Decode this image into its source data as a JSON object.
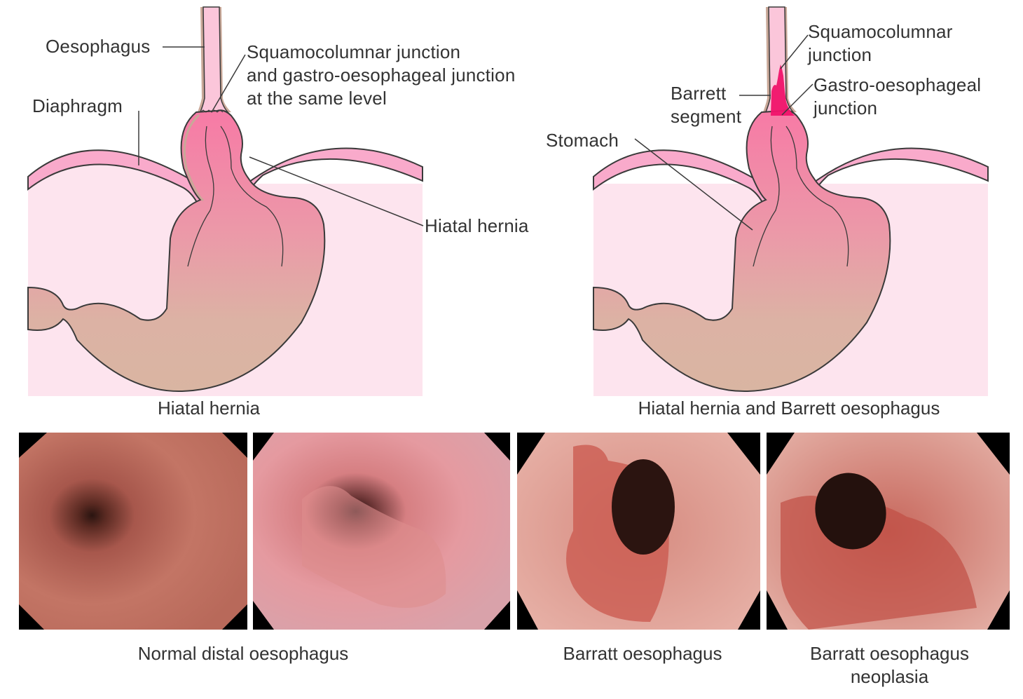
{
  "figure": {
    "left_diagram": {
      "caption": "Hiatal hernia",
      "labels": {
        "oesophagus": "Oesophagus",
        "diaphragm": "Diaphragm",
        "sq_junction_line1": "Squamocolumnar junction",
        "sq_junction_line2": "and gastro-oesophageal junction",
        "sq_junction_line3": "at the same level",
        "hiatal_hernia": "Hiatal hernia"
      }
    },
    "right_diagram": {
      "caption": "Hiatal hernia and Barrett oesophagus",
      "labels": {
        "squamocolumnar_line1": "Squamocolumnar",
        "squamocolumnar_line2": "junction",
        "barrett_line1": "Barrett",
        "barrett_line2": "segment",
        "gej_line1": "Gastro-oesophageal",
        "gej_line2": "junction",
        "stomach": "Stomach"
      }
    },
    "endoscopy_images": [
      {
        "caption": "Normal distal oesophagus",
        "panels": 2
      },
      {
        "caption": "Barratt oesophagus",
        "panels": 1
      },
      {
        "caption_line1": "Barratt oesophagus",
        "caption_line2": "neoplasia",
        "panels": 1
      }
    ],
    "colors": {
      "background_pink": "#fde4ee",
      "diaphragm_pink": "#f9aacb",
      "oesophagus_light": "#fbc6da",
      "stomach_top": "#f77aa6",
      "stomach_bottom": "#d9b5a2",
      "barrett_magenta": "#f0136a",
      "outline": "#3a3a3a",
      "wall_tan": "#c9a898"
    }
  }
}
